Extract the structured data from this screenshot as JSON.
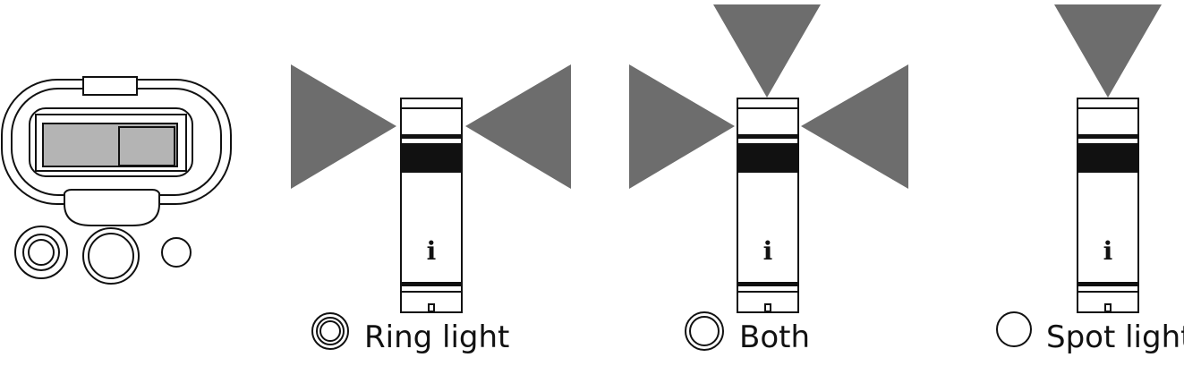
{
  "colors": {
    "beam": "#6d6d6d",
    "outline": "#111111",
    "screen_fill": "#b4b4b4",
    "band": "#111111"
  },
  "icons": {
    "ring_light": "ring-light-icon",
    "both": "both-light-icon",
    "spot_light": "spot-light-icon",
    "beam": "triangle-beam-icon"
  },
  "modes": [
    {
      "label": "Ring light",
      "beams": [
        "left",
        "right"
      ]
    },
    {
      "label": "Both",
      "beams": [
        "left",
        "right",
        "top"
      ]
    },
    {
      "label": "Spot light",
      "beams": [
        "top"
      ]
    }
  ]
}
